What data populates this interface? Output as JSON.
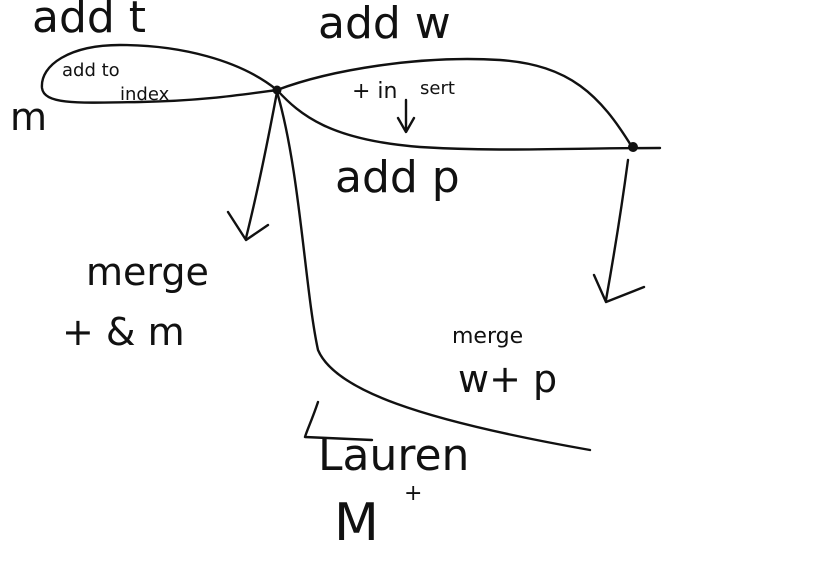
{
  "labels": {
    "add_t": "add t",
    "add_w": "add w",
    "add_p": "add p",
    "add_to_index_1": "add to",
    "add_to_index_2": "index",
    "m_left": "m",
    "t_insert_1": "+ in",
    "t_insert_2": "sert",
    "down_mark": "v",
    "merge_tm_1": "merge",
    "merge_tm_2": "+ & m",
    "merge_wp_1": "merge",
    "merge_wp_2": "w+ p",
    "signature_name": "Lauren",
    "signature_initials": "M",
    "signature_plus": "+"
  },
  "colors": {
    "ink": "#111111",
    "background": "#ffffff"
  }
}
